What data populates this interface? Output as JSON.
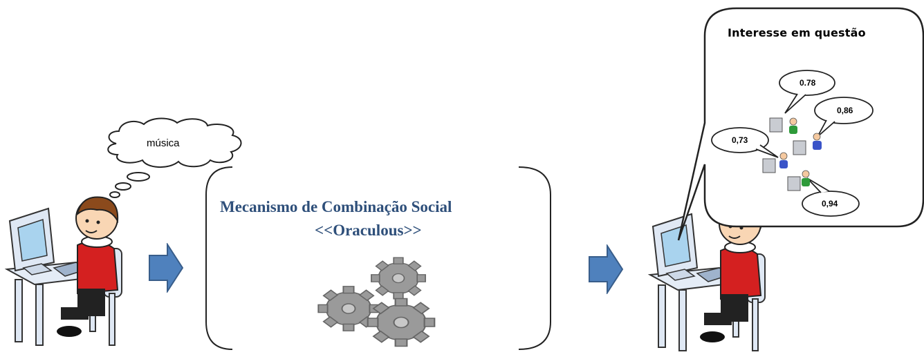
{
  "thought": {
    "text": "música"
  },
  "mechanism": {
    "title": "Mecanismo de Combinação Social",
    "subtitle": "<<Oraculous>>"
  },
  "result": {
    "title": "Interesse em questão",
    "scores": [
      "0.78",
      "0,86",
      "0,73",
      "0,94"
    ]
  },
  "colors": {
    "arrow_fill": "#4f81bd",
    "mechanism_text": "#2e4f7a",
    "shirt": "#d42020",
    "gear": "#9a9a9a"
  }
}
